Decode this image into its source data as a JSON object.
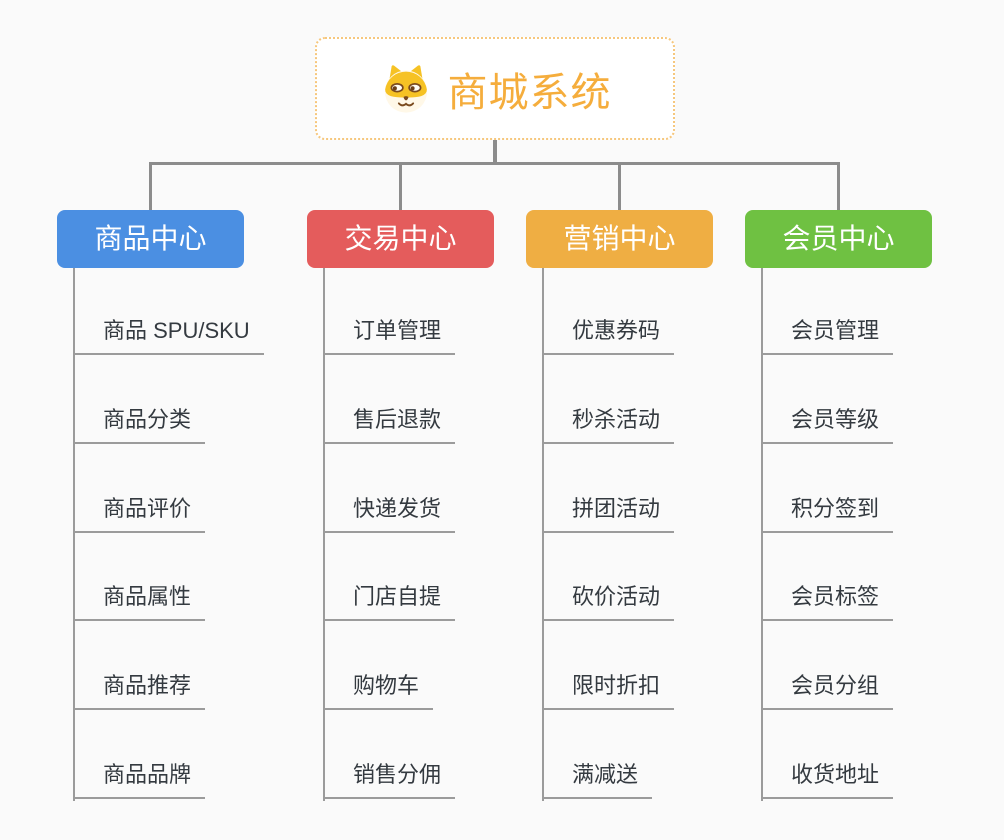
{
  "root": {
    "label": "商城系统",
    "icon": "shiba-dog-icon",
    "text_color": "#F5AD3C",
    "border_color": "#F6C77D",
    "background": "#FFFFFF"
  },
  "canvas": {
    "background": "#FAFAFA",
    "connector_color": "#8C8C8C",
    "leaf_line_color": "#9B9B9B",
    "leaf_text_color": "#343A40"
  },
  "branches": [
    {
      "label": "商品中心",
      "color": "#4B8FE2",
      "items": [
        "商品 SPU/SKU",
        "商品分类",
        "商品评价",
        "商品属性",
        "商品推荐",
        "商品品牌"
      ]
    },
    {
      "label": "交易中心",
      "color": "#E45C5C",
      "items": [
        "订单管理",
        "售后退款",
        "快递发货",
        "门店自提",
        "购物车",
        "销售分佣"
      ]
    },
    {
      "label": "营销中心",
      "color": "#EFAE43",
      "items": [
        "优惠券码",
        "秒杀活动",
        "拼团活动",
        "砍价活动",
        "限时折扣",
        "满减送"
      ]
    },
    {
      "label": "会员中心",
      "color": "#6FC142",
      "items": [
        "会员管理",
        "会员等级",
        "积分签到",
        "会员标签",
        "会员分组",
        "收货地址"
      ]
    }
  ]
}
